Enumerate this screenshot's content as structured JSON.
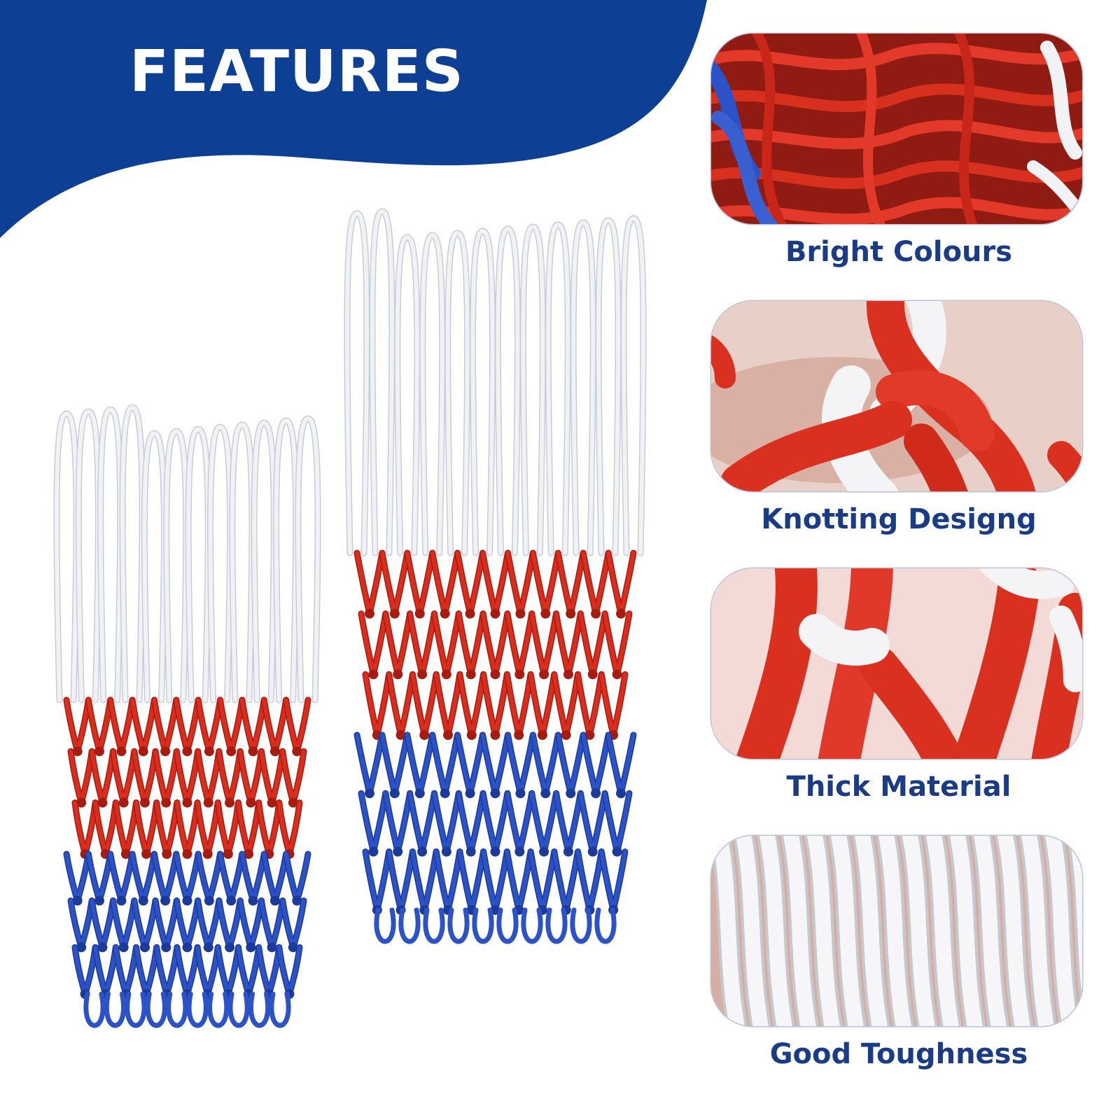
{
  "header": {
    "title": "FEATURES"
  },
  "colors": {
    "brand_blue": "#0d3f95",
    "caption_blue": "#1a3c86",
    "net_red": "#d92d1e",
    "net_blue": "#2c52c7",
    "net_white": "#f1f2f6"
  },
  "features": [
    {
      "label": "Bright Colours",
      "icon": "red-white-blue-net-closeup"
    },
    {
      "label": "Knotting Designg",
      "icon": "red-white-knot-closeup"
    },
    {
      "label": "Thick Material",
      "icon": "thick-braided-rope-closeup"
    },
    {
      "label": "Good Toughness",
      "icon": "white-cord-bundle-closeup"
    }
  ]
}
